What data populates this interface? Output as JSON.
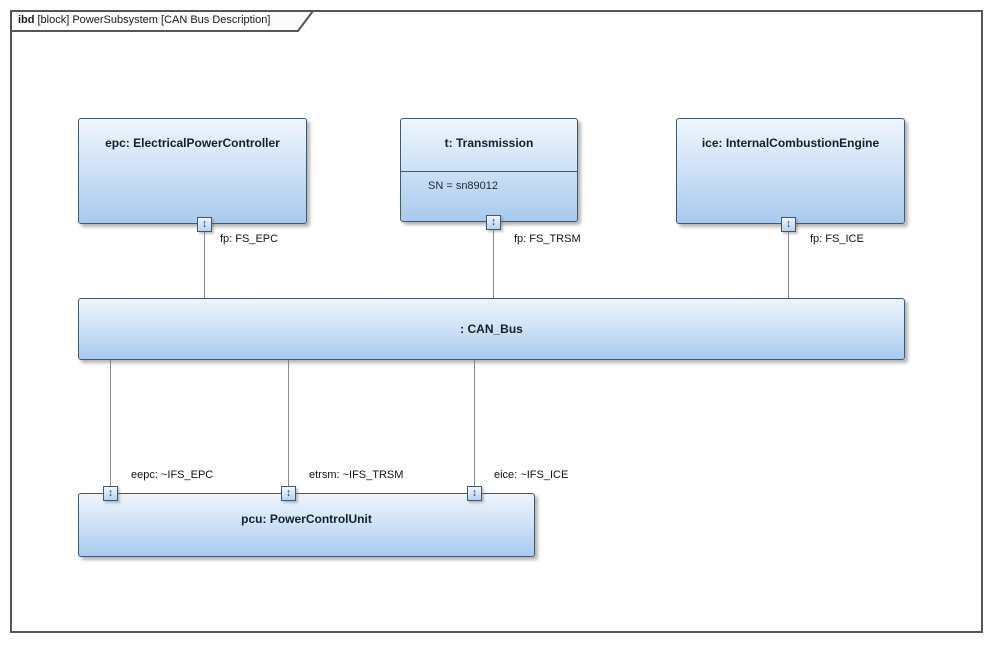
{
  "tab": {
    "keyword": "ibd",
    "label": "[block] PowerSubsystem [CAN Bus Description]"
  },
  "blocks": {
    "epc": {
      "title": "epc: ElectricalPowerController",
      "port_label": "fp: FS_EPC"
    },
    "transmission": {
      "title": "t: Transmission",
      "attribute": "SN = sn89012",
      "port_label": "fp: FS_TRSM"
    },
    "ice": {
      "title": "ice: InternalCombustionEngine",
      "port_label": "fp: FS_ICE"
    },
    "can_bus": {
      "title": ": CAN_Bus"
    },
    "pcu": {
      "title": "pcu: PowerControlUnit",
      "port_labels": [
        "eepc: ~IFS_EPC",
        "etrsm: ~IFS_TRSM",
        "eice: ~IFS_ICE"
      ]
    }
  },
  "icons": {
    "port": "↕"
  },
  "colors": {
    "block_fill_top": "#eef5fd",
    "block_fill_bottom": "#a8caee",
    "block_border": "#44586c",
    "connector": "#8a8a8a",
    "frame_border": "#565656",
    "shadow": "#9a9a9a"
  }
}
